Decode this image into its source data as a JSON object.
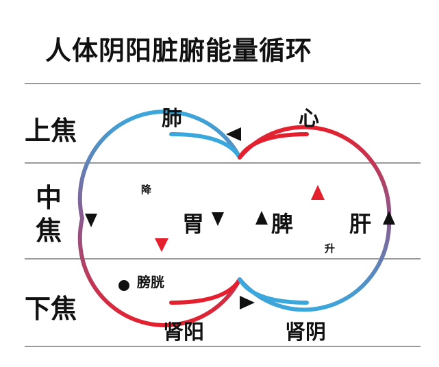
{
  "title": "人体阴阳脏腑能量循环",
  "zones": {
    "upper": "上焦",
    "middle_1": "中",
    "middle_2": "焦",
    "lower": "下焦"
  },
  "organs": {
    "lung": "肺",
    "heart": "心",
    "stomach": "胃",
    "spleen": "脾",
    "liver": "肝",
    "bladder": "膀胱",
    "kidney_yang": "肾阳",
    "kidney_yin": "肾阴"
  },
  "flow": {
    "descend": "降",
    "ascend": "升"
  },
  "colors": {
    "red": "#e5202e",
    "blue": "#3aa8dc",
    "purple": "#8a5a8e",
    "line": "#333333",
    "text": "#111111"
  }
}
